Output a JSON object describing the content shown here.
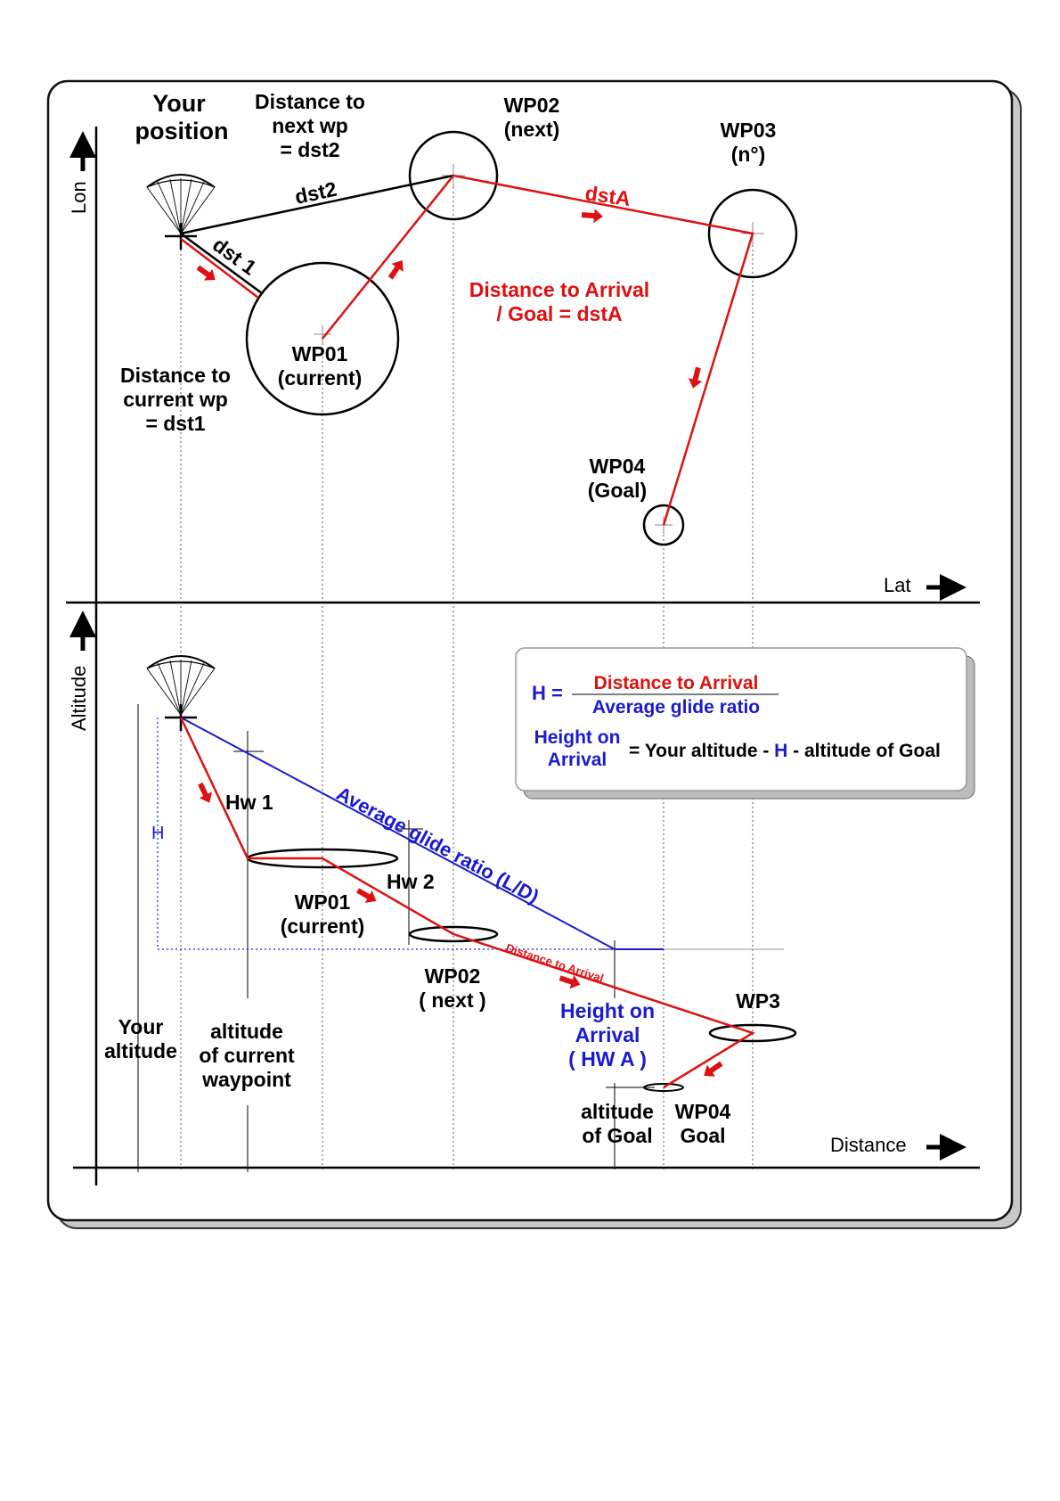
{
  "top": {
    "axis_y": "Lon",
    "axis_x": "Lat",
    "your_position": [
      "Your",
      "position"
    ],
    "dist_next_wp": [
      "Distance to",
      "next wp",
      "= dst2"
    ],
    "wp02": [
      "WP02",
      "(next)"
    ],
    "wp03": [
      "WP03",
      "(n°)"
    ],
    "wp01": [
      "WP01",
      "(current)"
    ],
    "wp04": [
      "WP04",
      "(Goal)"
    ],
    "dst2": "dst2",
    "dst1": "dst 1",
    "dstA": "dstA",
    "dist_arrival": [
      "Distance to Arrival",
      "/ Goal = dstA"
    ],
    "dist_current_wp": [
      "Distance to",
      "current wp",
      "= dst1"
    ]
  },
  "bottom": {
    "axis_y": "Altitude",
    "axis_x": "Distance",
    "h_label": "H",
    "hw1": "Hw 1",
    "hw2": "Hw 2",
    "glide": "Average glide  ratio (L/D)",
    "dist_arrival_small": "Distance to Arrival",
    "wp01": [
      "WP01",
      "(current)"
    ],
    "wp02": [
      "WP02",
      "( next )"
    ],
    "wp3": "WP3",
    "height_arrival": [
      "Height on",
      "Arrival",
      "( HW A )"
    ],
    "your_altitude": [
      "Your",
      "altitude"
    ],
    "alt_current": [
      "altitude",
      "of current",
      "waypoint"
    ],
    "alt_goal": [
      "altitude",
      "of Goal"
    ],
    "wp04": [
      "WP04",
      "Goal"
    ]
  },
  "formula": {
    "h_eq": "H =",
    "numerator": "Distance to Arrival",
    "denominator": "Average glide ratio",
    "height_on": [
      "Height on",
      "Arrival"
    ],
    "rhs_part1": "= Your altitude - ",
    "rhs_h": "H",
    "rhs_part2": " - altitude of Goal"
  },
  "colors": {
    "red": "#dd1111",
    "blue": "#1a1ad0",
    "black": "#000000"
  }
}
